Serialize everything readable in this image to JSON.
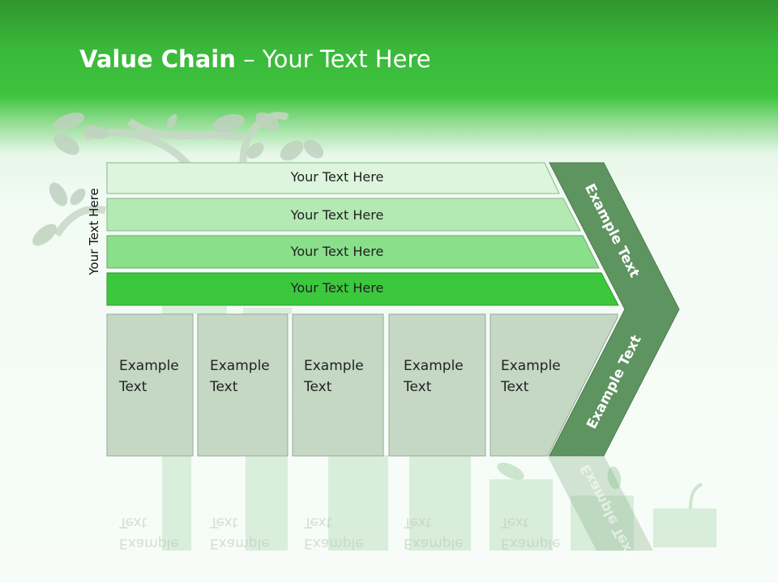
{
  "title": {
    "bold": "Value Chain",
    "rest": " – Your Text Here"
  },
  "side_label": "Your Text Here",
  "bars": [
    {
      "label": "Your Text Here",
      "color": "#dcf5dc"
    },
    {
      "label": "Your Text Here",
      "color": "#b4e9b4"
    },
    {
      "label": "Your Text Here",
      "color": "#8adf8a"
    },
    {
      "label": "Your Text Here",
      "color": "#3cc83c"
    }
  ],
  "boxes": [
    {
      "line1": "Example",
      "line2": "Text"
    },
    {
      "line1": "Example",
      "line2": "Text"
    },
    {
      "line1": "Example",
      "line2": "Text"
    },
    {
      "line1": "Example",
      "line2": "Text"
    },
    {
      "line1": "Example",
      "line2": "Text"
    }
  ],
  "chevron": {
    "top_text": "Example Text",
    "bottom_text": "Example Text",
    "color": "#5e9460"
  },
  "colors": {
    "header": "#3cbf3c",
    "box_fill": "#c4d8c4",
    "box_border": "#9aa89a"
  }
}
